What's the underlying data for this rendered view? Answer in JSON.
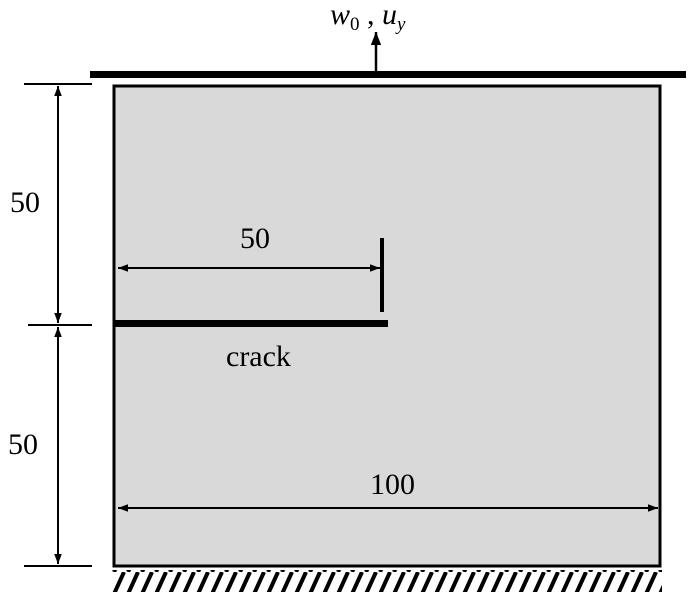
{
  "labels": {
    "load_w": "w",
    "load_w_sub": "0",
    "load_sep": " , ",
    "load_u": "u",
    "load_u_sub": "y",
    "dim_top_left": "50",
    "dim_bottom_left": "50",
    "dim_crack_length": "50",
    "dim_width": "100",
    "crack": "crack"
  },
  "colors": {
    "plate_fill": "#d9d9d9",
    "stroke": "#000000"
  }
}
